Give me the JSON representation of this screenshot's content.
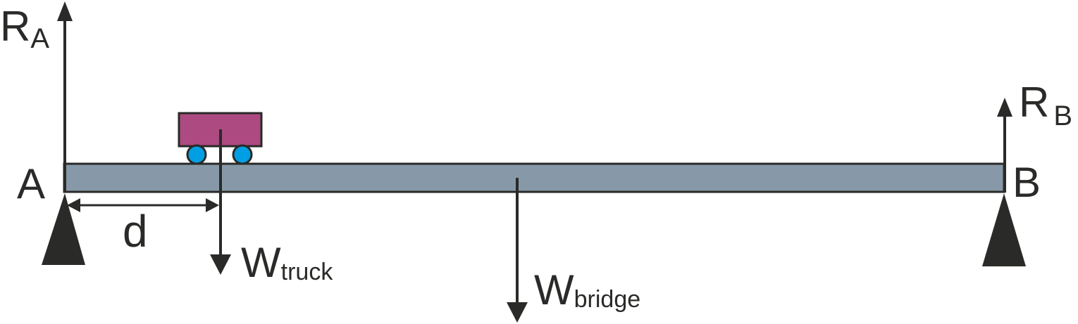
{
  "labels": {
    "ra_main": "R",
    "ra_sub": "A",
    "rb_main": "R",
    "rb_sub": "B",
    "point_a": "A",
    "point_b": "B",
    "distance": "d",
    "wtruck_main": "W",
    "wtruck_sub": "truck",
    "wbridge_main": "W",
    "wbridge_sub": "bridge"
  },
  "colors": {
    "beam": "#8799a8",
    "truck": "#ae4a82",
    "wheels": "#009fe3",
    "ink": "#2a2a28"
  }
}
